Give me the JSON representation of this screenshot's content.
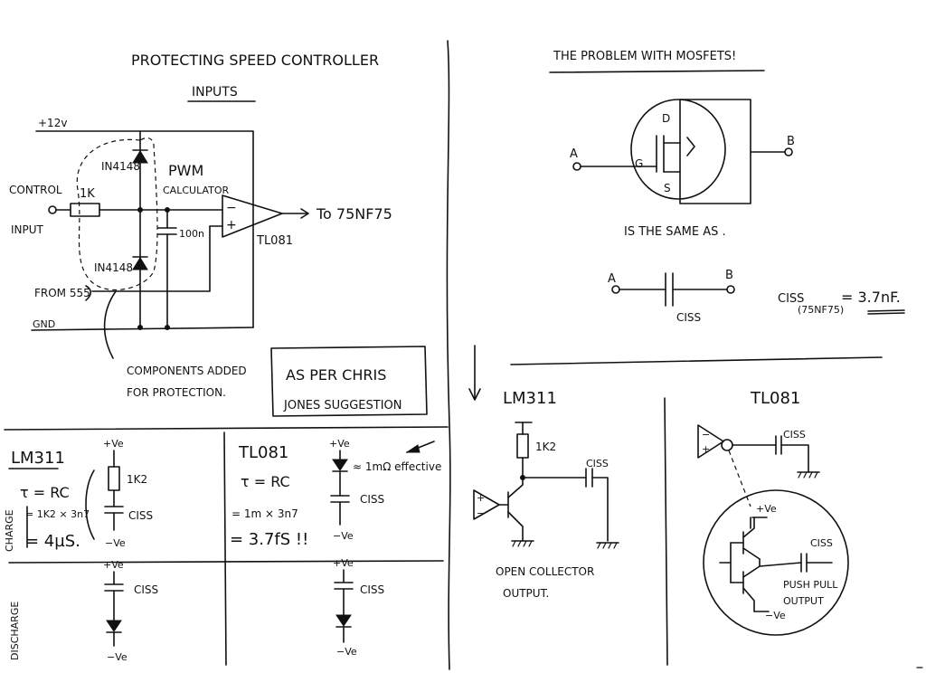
{
  "left": {
    "title": "PROTECTING SPEED CONTROLLER",
    "subtitle": "INPUTS",
    "v12": "+12v",
    "control": "CONTROL",
    "input": "INPUT",
    "r1k": "1K",
    "diode_top": "IN4148",
    "diode_bottom": "IN4148",
    "pwm": "PWM",
    "calc": "CALCULATOR",
    "minus": "−",
    "plus": "+",
    "cap": "100n",
    "to": "To 75NF75",
    "tl081": "TL081",
    "from555": "FROM 555",
    "gnd": "GND",
    "note1": "COMPONENTS ADDED",
    "note2": "FOR PROTECTION.",
    "box1": "AS PER CHRIS",
    "box2": "JONES SUGGESTION"
  },
  "right": {
    "title": "THE PROBLEM WITH MOSFETS!",
    "D": "D",
    "G": "G",
    "S": "S",
    "A1": "A",
    "B1": "B",
    "same": "IS THE SAME AS .",
    "A2": "A",
    "B2": "B",
    "ciss": "CISS",
    "ciss_eq_a": "CISS",
    "ciss_eq_sub": "(75NF75)",
    "ciss_eq_b": "= 3.7nF."
  },
  "lm311_circuit": {
    "title": "LM311",
    "r": "1K2",
    "ciss": "CISS",
    "plus": "+",
    "minus": "−",
    "cap1": "OPEN COLLECTOR",
    "cap2": "OUTPUT."
  },
  "tl081_circuit": {
    "title": "TL081",
    "plus": "+",
    "minus": "−",
    "ciss1": "CISS",
    "ciss2": "CISS",
    "vplus": "+Ve",
    "vminus": "−Ve",
    "cap1": "PUSH PULL",
    "cap2": "OUTPUT"
  },
  "calc": {
    "lm311": "LM311",
    "tau": "τ = RC",
    "eq1": "= 1K2 × 3n7",
    "eq2": "= 4µS.",
    "charge": "CHARGE",
    "discharge": "DISCHARGE",
    "vpos": "+Ve",
    "vneg": "−Ve",
    "r": "1K2",
    "ciss_a": "CISS",
    "ciss_b": "CISS",
    "tl081": "TL081",
    "tau2": "τ = RC",
    "eq3": "= 1m × 3n7",
    "eq4": "= 3.7fS !!",
    "note": "≈ 1mΩ effective",
    "ciss_c": "CISS",
    "ciss_d": "CISS",
    "vpos2": "+Ve",
    "vneg2": "−Ve",
    "vpos3": "+Ve",
    "vneg3": "−Ve",
    "vpos4": "+Ve",
    "vneg4": "−Ve"
  }
}
